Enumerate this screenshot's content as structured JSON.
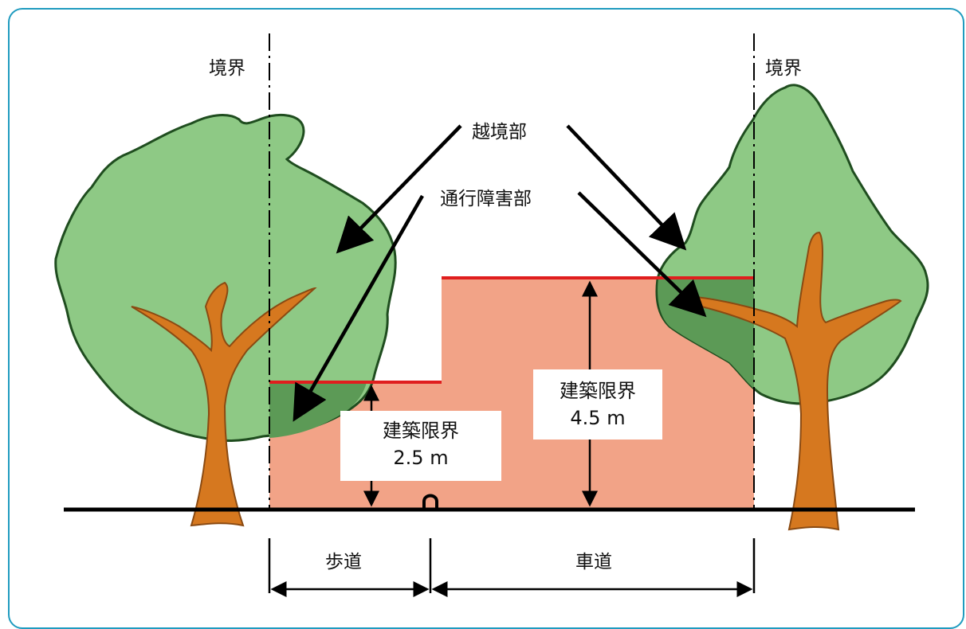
{
  "labels": {
    "boundary_left": "境界",
    "boundary_right": "境界",
    "encroaching_part": "越境部",
    "obstruction_part": "通行障害部",
    "sidewalk": "歩道",
    "roadway": "車道"
  },
  "clearance_sidewalk": {
    "title": "建築限界",
    "height": "2.5 m"
  },
  "clearance_roadway": {
    "title": "建築限界",
    "height": "4.5 m"
  },
  "colors": {
    "frame": "#1f9bbf",
    "canopy": "#8ec985",
    "canopy_overlap": "#5c9a56",
    "canopy_outline": "#1f4d1f",
    "trunk": "#d6781f",
    "trunk_outline": "#8a4a12",
    "clearance_zone": "#f2a387",
    "clearance_top": "#e01e1e"
  }
}
